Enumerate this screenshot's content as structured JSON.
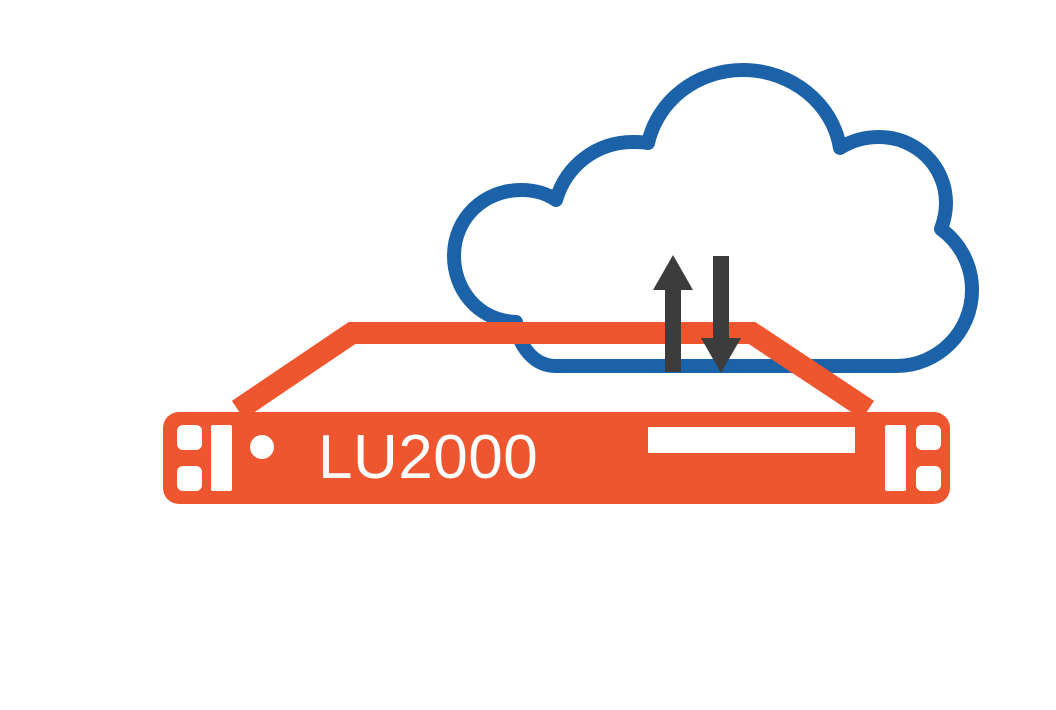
{
  "diagram": {
    "title": "Cloud-connected network appliance",
    "type": "network-topology-illustration",
    "background_color": "#ffffff",
    "colors": {
      "cloud_stroke": "#1b62a8",
      "appliance_orange": "#ee5630",
      "arrow_dark": "#3c3c3c",
      "panel_white": "#ffffff"
    },
    "cloud": {
      "name": "cloud",
      "stroke_color": "#1b62a8",
      "stroke_width": 14,
      "filled": false
    },
    "appliance": {
      "name": "rack-mount-appliance",
      "model_label": "LU2000",
      "body_color": "#ee5630",
      "label_color": "#ffffff",
      "front_panel": {
        "left_port_squares": 2,
        "left_vertical_bar": 1,
        "status_led": 1,
        "center_slot": 1,
        "right_vertical_bar": 1,
        "right_port_squares": 2
      }
    },
    "riser": {
      "name": "trapezoid-connector",
      "color": "#ee5630",
      "stroke_width": 22
    },
    "arrows": [
      {
        "name": "upload-arrow",
        "direction": "up",
        "color": "#3c3c3c",
        "meaning": "upload to cloud"
      },
      {
        "name": "download-arrow",
        "direction": "down",
        "color": "#3c3c3c",
        "meaning": "download from cloud"
      }
    ]
  }
}
